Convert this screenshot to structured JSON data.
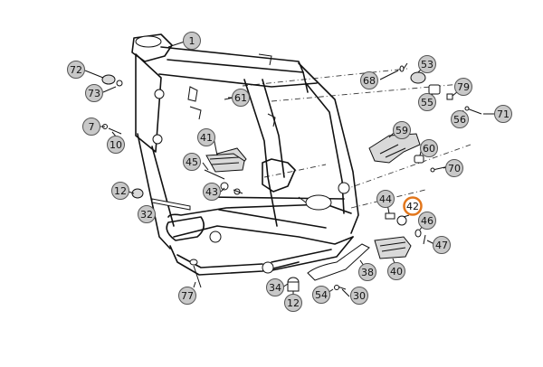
{
  "diagram": {
    "highlight_color": "#e2761b",
    "badge_fill": "#c8c8c8",
    "labels": [
      {
        "id": "l1",
        "text": "1",
        "highlight": false
      },
      {
        "id": "l72",
        "text": "72",
        "highlight": false
      },
      {
        "id": "l73",
        "text": "73",
        "highlight": false
      },
      {
        "id": "l7",
        "text": "7",
        "highlight": false
      },
      {
        "id": "l10",
        "text": "10",
        "highlight": false
      },
      {
        "id": "l61",
        "text": "61",
        "highlight": false
      },
      {
        "id": "l41",
        "text": "41",
        "highlight": false
      },
      {
        "id": "l45",
        "text": "45",
        "highlight": false
      },
      {
        "id": "l43",
        "text": "43",
        "highlight": false
      },
      {
        "id": "l12a",
        "text": "12",
        "highlight": false
      },
      {
        "id": "l32",
        "text": "32",
        "highlight": false
      },
      {
        "id": "l77",
        "text": "77",
        "highlight": false
      },
      {
        "id": "l34",
        "text": "34",
        "highlight": false
      },
      {
        "id": "l12b",
        "text": "12",
        "highlight": false
      },
      {
        "id": "l54",
        "text": "54",
        "highlight": false
      },
      {
        "id": "l30",
        "text": "30",
        "highlight": false
      },
      {
        "id": "l53",
        "text": "53",
        "highlight": false
      },
      {
        "id": "l68",
        "text": "68",
        "highlight": false
      },
      {
        "id": "l55",
        "text": "55",
        "highlight": false
      },
      {
        "id": "l79",
        "text": "79",
        "highlight": false
      },
      {
        "id": "l56",
        "text": "56",
        "highlight": false
      },
      {
        "id": "l71",
        "text": "71",
        "highlight": false
      },
      {
        "id": "l59",
        "text": "59",
        "highlight": false
      },
      {
        "id": "l60",
        "text": "60",
        "highlight": false
      },
      {
        "id": "l70",
        "text": "70",
        "highlight": false
      },
      {
        "id": "l44",
        "text": "44",
        "highlight": false
      },
      {
        "id": "l42",
        "text": "42",
        "highlight": true
      },
      {
        "id": "l46",
        "text": "46",
        "highlight": false
      },
      {
        "id": "l47",
        "text": "47",
        "highlight": false
      },
      {
        "id": "l38",
        "text": "38",
        "highlight": false
      },
      {
        "id": "l40",
        "text": "40",
        "highlight": false
      }
    ]
  }
}
